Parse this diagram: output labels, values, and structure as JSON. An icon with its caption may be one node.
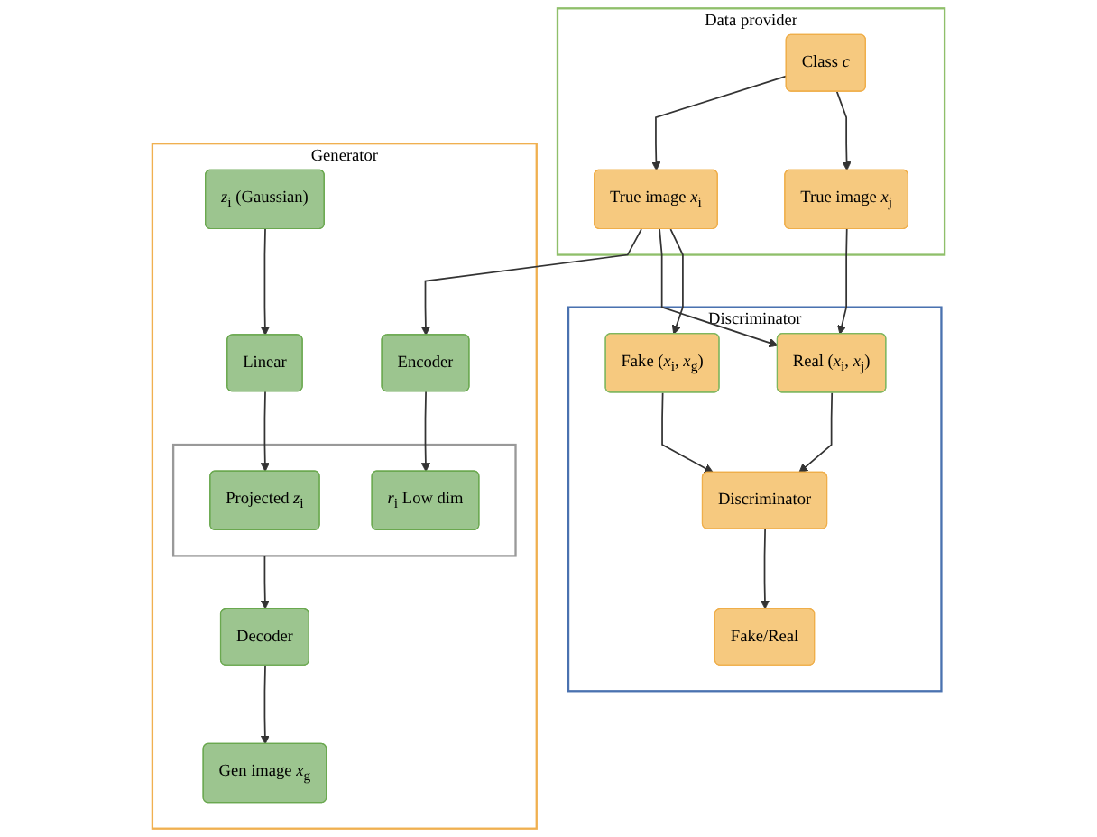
{
  "diagram": {
    "nodes": [
      {
        "text": [
          "Data provider"
        ]
      },
      {
        "text": [
          "Class *c*"
        ],
        "in": 0
      },
      {
        "text": [
          "True image *x*$_{i}$"
        ],
        "in": 0
      },
      {
        "text": [
          "True image *x*$_{j}$"
        ],
        "in": 0
      },
      {
        "text": [
          "Generator"
        ]
      },
      {
        "text": [
          "*z*$_{i}$ (Gaussian)"
        ],
        "in": 4
      },
      {
        "text": [
          "Linear"
        ],
        "in": 4
      },
      {
        "text": [
          "Encoder"
        ],
        "in": 4
      },
      {
        "text": [],
        "shape": "box",
        "in": 4
      },
      {
        "text": [
          "Projected *z*$_{i}$"
        ],
        "in": 8
      },
      {
        "text": [
          "*r*$_{i}$ Low dim"
        ],
        "in": 8
      },
      {
        "text": [
          "Decoder"
        ],
        "in": 4
      },
      {
        "text": [
          "Gen image *x*$_{g}$"
        ],
        "in": 4
      },
      {
        "text": [
          "Discriminator"
        ]
      },
      {
        "text": [
          "Fake (*x*$_{i}$, *x*$_{g}$)"
        ],
        "in": 13
      },
      {
        "text": [
          "Real (*x*$_{i}$, *x*$_{j}$)"
        ],
        "in": 13
      },
      {
        "text": [
          "Discriminator"
        ],
        "in": 13
      },
      {
        "text": [
          "Fake/Real"
        ],
        "in": 13
      }
    ],
    "edges": [
      {
        "from": 1,
        "to": 2,
        "arrow": "to"
      },
      {
        "from": 1,
        "to": 3,
        "arrow": "to"
      },
      {
        "from": 2,
        "to": 7,
        "arrow": "to"
      },
      {
        "from": 2,
        "to": 15,
        "arrow": "to"
      },
      {
        "from": 2,
        "to": 14,
        "arrow": "to"
      },
      {
        "from": 3,
        "to": 15,
        "arrow": "to"
      },
      {
        "from": 5,
        "to": 6,
        "arrow": "to"
      },
      {
        "from": 6,
        "to": 9,
        "arrow": "to"
      },
      {
        "from": 7,
        "to": 10,
        "arrow": "to"
      },
      {
        "from": 8,
        "to": 11,
        "arrow": "to"
      },
      {
        "from": 11,
        "to": 12,
        "arrow": "to"
      },
      {
        "from": 14,
        "to": 16,
        "arrow": "to"
      },
      {
        "from": 15,
        "to": 16,
        "arrow": "to"
      },
      {
        "from": 16,
        "to": 17,
        "arrow": "to"
      }
    ]
  }
}
